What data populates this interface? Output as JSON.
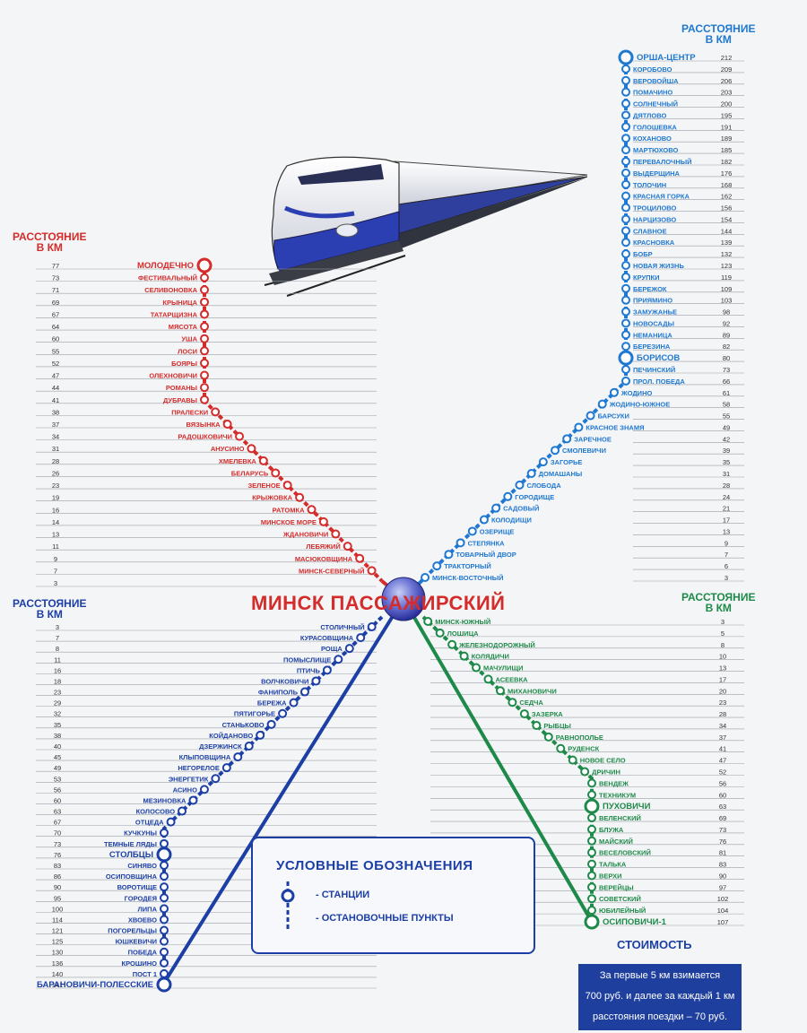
{
  "hub": {
    "name": "МИНСК ПАССАЖИРСКИЙ"
  },
  "distance_heading": "РАССТОЯНИЕ В КМ",
  "distance_heading_lines": [
    "РАССТОЯНИЕ",
    "В КМ"
  ],
  "colors": {
    "red": "#d42b2b",
    "blue": "#1f78d1",
    "navy": "#1c3fa6",
    "green": "#1e8a4a"
  },
  "lines": {
    "nw": {
      "color": "#d42b2b",
      "stations": [
        {
          "name": "МОЛОДЕЧНО",
          "km": "77",
          "major": true
        },
        {
          "name": "ФЕСТИВАЛЬНЫЙ",
          "km": "73"
        },
        {
          "name": "СЕЛИВОНОВКА",
          "km": "71"
        },
        {
          "name": "КРЫНИЦА",
          "km": "69"
        },
        {
          "name": "ТАТАРЩИЗНА",
          "km": "67"
        },
        {
          "name": "МЯСОТА",
          "km": "64"
        },
        {
          "name": "УША",
          "km": "60"
        },
        {
          "name": "ЛОСИ",
          "km": "55"
        },
        {
          "name": "БОЯРЫ",
          "km": "52"
        },
        {
          "name": "ОЛЕХНОВИЧИ",
          "km": "47"
        },
        {
          "name": "РОМАНЫ",
          "km": "44"
        },
        {
          "name": "ДУБРАВЫ",
          "km": "41"
        },
        {
          "name": "ПРАЛЕСКИ",
          "km": "38"
        },
        {
          "name": "ВЯЗЫНКА",
          "km": "37"
        },
        {
          "name": "РАДОШКОВИЧИ",
          "km": "34"
        },
        {
          "name": "АНУСИНО",
          "km": "31"
        },
        {
          "name": "ХМЕЛЕВКА",
          "km": "28"
        },
        {
          "name": "БЕЛАРУСЬ",
          "km": "26"
        },
        {
          "name": "ЗЕЛЕНОЕ",
          "km": "23"
        },
        {
          "name": "КРЫЖОВКА",
          "km": "19"
        },
        {
          "name": "РАТОМКА",
          "km": "16"
        },
        {
          "name": "МИНСКОЕ МОРЕ",
          "km": "14"
        },
        {
          "name": "ЖДАНОВИЧИ",
          "km": "13"
        },
        {
          "name": "ЛЕБЯЖИЙ",
          "km": "11"
        },
        {
          "name": "МАСЮКОВЩИНА",
          "km": "9"
        },
        {
          "name": "МИНСК-СЕВЕРНЫЙ",
          "km": "7"
        },
        {
          "name": "",
          "km": "3"
        }
      ]
    },
    "ne": {
      "color": "#1f78d1",
      "stations": [
        {
          "name": "ОРША-ЦЕНТР",
          "km": "212",
          "major": true
        },
        {
          "name": "КОРОБОВО",
          "km": "209"
        },
        {
          "name": "ВЕРОВОЙША",
          "km": "206"
        },
        {
          "name": "ПОМАЧИНО",
          "km": "203"
        },
        {
          "name": "СОЛНЕЧНЫЙ",
          "km": "200"
        },
        {
          "name": "ДЯТЛОВО",
          "km": "195"
        },
        {
          "name": "ГОЛОШЕВКА",
          "km": "191"
        },
        {
          "name": "КОХАНОВО",
          "km": "189"
        },
        {
          "name": "МАРТЮХОВО",
          "km": "185"
        },
        {
          "name": "ПЕРЕВАЛОЧНЫЙ",
          "km": "182"
        },
        {
          "name": "ВЫДЕРЩИНА",
          "km": "176"
        },
        {
          "name": "ТОЛОЧИН",
          "km": "168"
        },
        {
          "name": "КРАСНАЯ ГОРКА",
          "km": "162"
        },
        {
          "name": "ТРОЦИЛОВО",
          "km": "156"
        },
        {
          "name": "НАРЦИЗОВО",
          "km": "154"
        },
        {
          "name": "СЛАВНОЕ",
          "km": "144"
        },
        {
          "name": "КРАСНОВКА",
          "km": "139"
        },
        {
          "name": "БОБР",
          "km": "132"
        },
        {
          "name": "НОВАЯ ЖИЗНЬ",
          "km": "123"
        },
        {
          "name": "КРУПКИ",
          "km": "119"
        },
        {
          "name": "БЕРЕЖОК",
          "km": "109"
        },
        {
          "name": "ПРИЯМИНО",
          "km": "103"
        },
        {
          "name": "ЗАМУЖАНЬЕ",
          "km": "98"
        },
        {
          "name": "НОВОСАДЫ",
          "km": "92"
        },
        {
          "name": "НЕМАНИЦА",
          "km": "89"
        },
        {
          "name": "БЕРЕЗИНА",
          "km": "82"
        },
        {
          "name": "БОРИСОВ",
          "km": "80",
          "major": true
        },
        {
          "name": "ПЕЧИНСКИЙ",
          "km": "73"
        },
        {
          "name": "ПРОЛ. ПОБЕДА",
          "km": "66"
        },
        {
          "name": "ЖОДИНО",
          "km": "61"
        },
        {
          "name": "ЖОДИНО-ЮЖНОЕ",
          "km": "58"
        },
        {
          "name": "БАРСУКИ",
          "km": "55"
        },
        {
          "name": "КРАСНОЕ ЗНАМЯ",
          "km": "49"
        },
        {
          "name": "ЗАРЕЧНОЕ",
          "km": "42"
        },
        {
          "name": "СМОЛЕВИЧИ",
          "km": "39"
        },
        {
          "name": "ЗАГОРЬЕ",
          "km": "35"
        },
        {
          "name": "ДОМАШАНЫ",
          "km": "31"
        },
        {
          "name": "СЛОБОДА",
          "km": "28"
        },
        {
          "name": "ГОРОДИЩЕ",
          "km": "24"
        },
        {
          "name": "САДОВЫЙ",
          "km": "21"
        },
        {
          "name": "КОЛОДИЩИ",
          "km": "17"
        },
        {
          "name": "ОЗЕРИЩЕ",
          "km": "13"
        },
        {
          "name": "СТЕПЯНКА",
          "km": "9"
        },
        {
          "name": "ТОВАРНЫЙ ДВОР",
          "km": "7"
        },
        {
          "name": "ТРАКТОРНЫЙ",
          "km": "6"
        },
        {
          "name": "МИНСК-ВОСТОЧНЫЙ",
          "km": "3"
        }
      ]
    },
    "sw": {
      "color": "#1c3fa6",
      "stations": [
        {
          "name": "СТОЛИЧНЫЙ",
          "km": "3"
        },
        {
          "name": "КУРАСОВЩИНА",
          "km": "7"
        },
        {
          "name": "РОЩА",
          "km": "8"
        },
        {
          "name": "ПОМЫСЛИЩЕ",
          "km": "11"
        },
        {
          "name": "ПТИЧЬ",
          "km": "16"
        },
        {
          "name": "ВОЛЧКОВИЧИ",
          "km": "18"
        },
        {
          "name": "ФАНИПОЛЬ",
          "km": "23"
        },
        {
          "name": "БЕРЕЖА",
          "km": "29"
        },
        {
          "name": "ПЯТИГОРЬЕ",
          "km": "32"
        },
        {
          "name": "СТАНЬКОВО",
          "km": "35"
        },
        {
          "name": "КОЙДАНОВО",
          "km": "38"
        },
        {
          "name": "ДЗЕРЖИНСК",
          "km": "40"
        },
        {
          "name": "КЛЫПОВЩИНА",
          "km": "45"
        },
        {
          "name": "НЕГОРЕЛОЕ",
          "km": "49"
        },
        {
          "name": "ЭНЕРГЕТИК",
          "km": "53"
        },
        {
          "name": "АСИНО",
          "km": "56"
        },
        {
          "name": "МЕЗИНОВКА",
          "km": "60"
        },
        {
          "name": "КОЛОСОВО",
          "km": "63"
        },
        {
          "name": "ОТЦЕДА",
          "km": "67"
        },
        {
          "name": "КУЧКУНЫ",
          "km": "70"
        },
        {
          "name": "ТЕМНЫЕ ЛЯДЫ",
          "km": "73"
        },
        {
          "name": "СТОЛБЦЫ",
          "km": "76",
          "major": true
        },
        {
          "name": "СИНЯВО",
          "km": "83"
        },
        {
          "name": "ОСИПОВЩИНА",
          "km": "86"
        },
        {
          "name": "ВОРОТИЩЕ",
          "km": "90"
        },
        {
          "name": "ГОРОДЕЯ",
          "km": "95"
        },
        {
          "name": "ЛИПА",
          "km": "100"
        },
        {
          "name": "ХВОЕВО",
          "km": "114"
        },
        {
          "name": "ПОГОРЕЛЬЦЫ",
          "km": "121"
        },
        {
          "name": "ЮШКЕВИЧИ",
          "km": "125"
        },
        {
          "name": "ПОБЕДА",
          "km": "130"
        },
        {
          "name": "КРОШИНО",
          "km": "136"
        },
        {
          "name": "ПОСТ 1",
          "km": "140"
        },
        {
          "name": "БАРАНОВИЧИ-ПОЛЕССКИЕ",
          "km": "141",
          "major": true
        }
      ]
    },
    "se": {
      "color": "#1e8a4a",
      "stations": [
        {
          "name": "МИНСК-ЮЖНЫЙ",
          "km": "3"
        },
        {
          "name": "ЛОШИЦА",
          "km": "5"
        },
        {
          "name": "ЖЕЛЕЗНОДОРОЖНЫЙ",
          "km": "8"
        },
        {
          "name": "КОЛЯДИЧИ",
          "km": "10"
        },
        {
          "name": "МАЧУЛИЩИ",
          "km": "13"
        },
        {
          "name": "АСЕЕВКА",
          "km": "17"
        },
        {
          "name": "МИХАНОВИЧИ",
          "km": "20"
        },
        {
          "name": "СЕДЧА",
          "km": "23"
        },
        {
          "name": "ЗАЗЕРКА",
          "km": "28"
        },
        {
          "name": "РЫБЦЫ",
          "km": "34"
        },
        {
          "name": "РАВНОПОЛЬЕ",
          "km": "37"
        },
        {
          "name": "РУДЕНСК",
          "km": "41"
        },
        {
          "name": "НОВОЕ СЕЛО",
          "km": "47"
        },
        {
          "name": "ДРИЧИН",
          "km": "52"
        },
        {
          "name": "ВЕНДЕЖ",
          "km": "56"
        },
        {
          "name": "ТЕХНИКУМ",
          "km": "60"
        },
        {
          "name": "ПУХОВИЧИ",
          "km": "63",
          "major": true
        },
        {
          "name": "ВЕЛЕНСКИЙ",
          "km": "69"
        },
        {
          "name": "БЛУЖА",
          "km": "73"
        },
        {
          "name": "МАЙСКИЙ",
          "km": "76"
        },
        {
          "name": "ВЕСЕЛОВСКИЙ",
          "km": "81"
        },
        {
          "name": "ТАЛЬКА",
          "km": "83"
        },
        {
          "name": "ВЕРХИ",
          "km": "90"
        },
        {
          "name": "ВЕРЕЙЦЫ",
          "km": "97"
        },
        {
          "name": "СОВЕТСКИЙ",
          "km": "102"
        },
        {
          "name": "ЮБИЛЕЙНЫЙ",
          "km": "104"
        },
        {
          "name": "ОСИПОВИЧИ-1",
          "km": "107",
          "major": true
        }
      ]
    }
  },
  "legend": {
    "title": "УСЛОВНЫЕ ОБОЗНАЧЕНИЯ",
    "stations": "- СТАНЦИИ",
    "stops": "- ОСТАНОВОЧНЫЕ ПУНКТЫ"
  },
  "fare": {
    "title": "СТОИМОСТЬ",
    "line1": "За первые 5 км взимается",
    "line2": "700 руб. и далее за каждый 1 км",
    "line3": "расстояния поездки – 70 руб."
  },
  "illustration": {
    "icon": "train-icon"
  }
}
